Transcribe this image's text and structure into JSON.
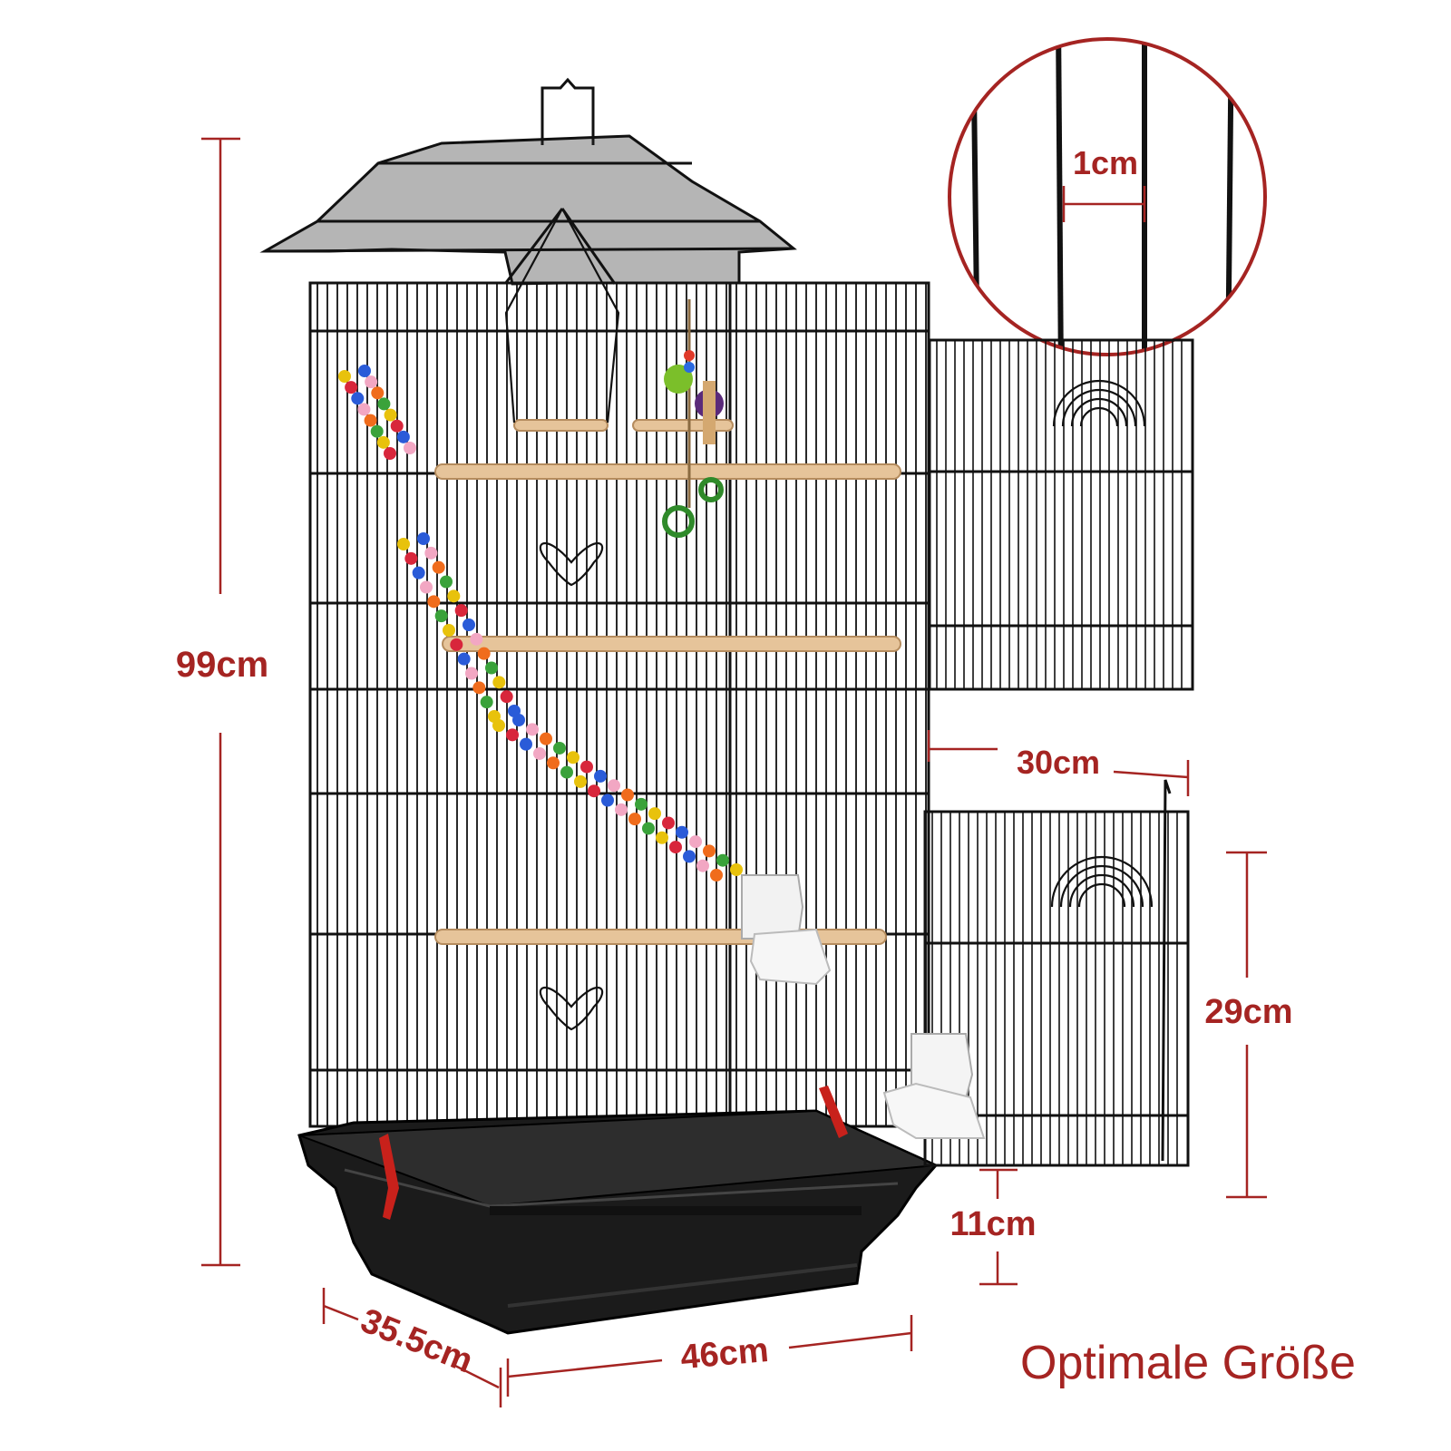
{
  "product": {
    "name": "bird cage",
    "colors": {
      "annotation": "#a52422",
      "wire": "#111111",
      "tray": "#1b1b1b",
      "perch": "#e6c49a",
      "feeder": "#f2f2f2",
      "clip": "#c8211b"
    }
  },
  "dimensions": {
    "height": "99cm",
    "depth": "35.5cm",
    "width": "46cm",
    "door_width": "30cm",
    "door_height": "29cm",
    "tray_height": "11cm",
    "bar_spacing": "1cm"
  },
  "caption": "Optimale Größe"
}
